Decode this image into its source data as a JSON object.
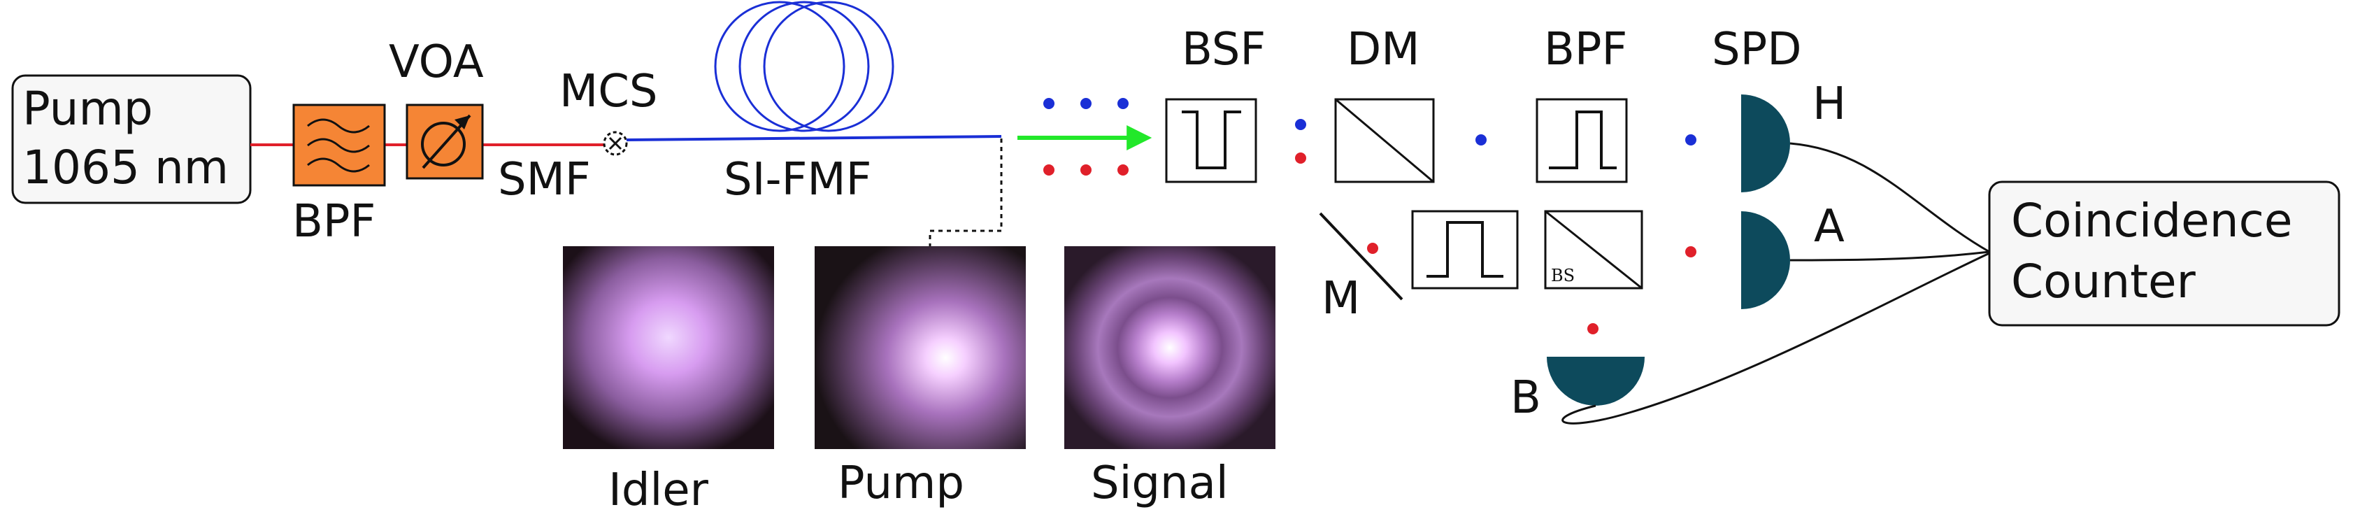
{
  "labels": {
    "pump_source_line1": "Pump",
    "pump_source_line2": "1065 nm",
    "bpf_left": "BPF",
    "voa": "VOA",
    "mcs": "MCS",
    "smf": "SMF",
    "si_fmf": "SI-FMF",
    "bsf": "BSF",
    "dm": "DM",
    "bpf_right": "BPF",
    "spd": "SPD",
    "detector_h": "H",
    "detector_a": "A",
    "detector_b": "B",
    "mirror": "M",
    "beamsplitter": "BS",
    "counter_line1": "Coincidence",
    "counter_line2": "Counter",
    "mode_idler": "Idler",
    "mode_pump": "Pump",
    "mode_signal": "Signal"
  },
  "colors": {
    "pump_fiber": "#e0202a",
    "fmf_fiber": "#1a2fd6",
    "arrow": "#22e82a",
    "signal_photon": "#1a2fd6",
    "idler_photon": "#e0202a",
    "component_orange": "#f58535",
    "detector": "#0d4a5c",
    "box_fill": "#f7f7f7"
  }
}
